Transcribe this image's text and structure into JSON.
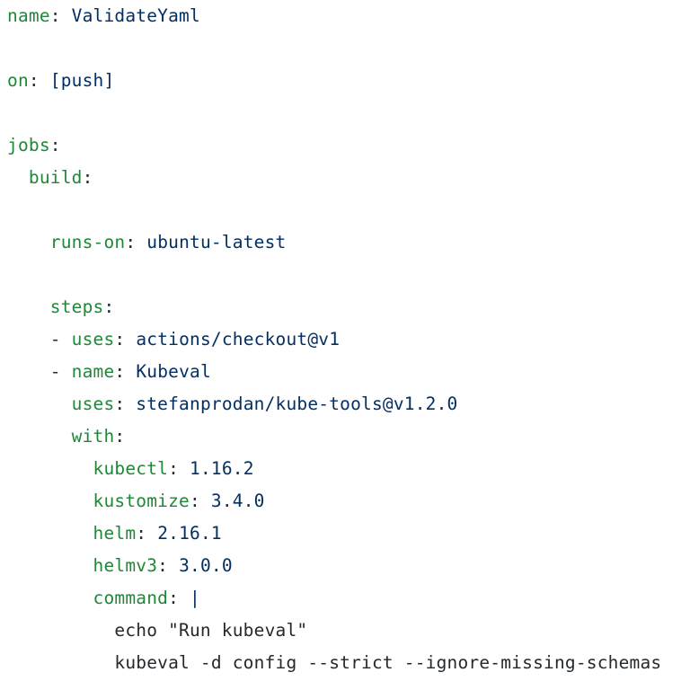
{
  "document": {
    "language": "yaml",
    "colors": {
      "key": "#22863a",
      "punctuation": "#24292e",
      "value": "#032f62",
      "plain": "#24292e",
      "background": "#ffffff"
    },
    "lines": [
      {
        "indent": "",
        "dash": "",
        "key": "name",
        "colon": ":",
        "value": " ValidateYaml"
      },
      {
        "blank": true
      },
      {
        "indent": "",
        "dash": "",
        "key": "on",
        "colon": ":",
        "value": " [push]"
      },
      {
        "blank": true
      },
      {
        "indent": "",
        "dash": "",
        "key": "jobs",
        "colon": ":",
        "value": ""
      },
      {
        "indent": "  ",
        "dash": "",
        "key": "build",
        "colon": ":",
        "value": ""
      },
      {
        "blank": true
      },
      {
        "indent": "    ",
        "dash": "",
        "key": "runs-on",
        "colon": ":",
        "value": " ubuntu-latest"
      },
      {
        "blank": true
      },
      {
        "indent": "    ",
        "dash": "",
        "key": "steps",
        "colon": ":",
        "value": ""
      },
      {
        "indent": "    ",
        "dash": "- ",
        "key": "uses",
        "colon": ":",
        "value": " actions/checkout@v1"
      },
      {
        "indent": "    ",
        "dash": "- ",
        "key": "name",
        "colon": ":",
        "value": " Kubeval"
      },
      {
        "indent": "      ",
        "dash": "",
        "key": "uses",
        "colon": ":",
        "value": " stefanprodan/kube-tools@v1.2.0"
      },
      {
        "indent": "      ",
        "dash": "",
        "key": "with",
        "colon": ":",
        "value": ""
      },
      {
        "indent": "        ",
        "dash": "",
        "key": "kubectl",
        "colon": ":",
        "value": " 1.16.2"
      },
      {
        "indent": "        ",
        "dash": "",
        "key": "kustomize",
        "colon": ":",
        "value": " 3.4.0"
      },
      {
        "indent": "        ",
        "dash": "",
        "key": "helm",
        "colon": ":",
        "value": " 2.16.1"
      },
      {
        "indent": "        ",
        "dash": "",
        "key": "helmv3",
        "colon": ":",
        "value": " 3.0.0"
      },
      {
        "indent": "        ",
        "dash": "",
        "key": "command",
        "colon": ":",
        "value": " |"
      },
      {
        "indent": "          ",
        "plain": "echo \"Run kubeval\""
      },
      {
        "indent": "          ",
        "plain": "kubeval -d config --strict --ignore-missing-schemas"
      }
    ]
  }
}
